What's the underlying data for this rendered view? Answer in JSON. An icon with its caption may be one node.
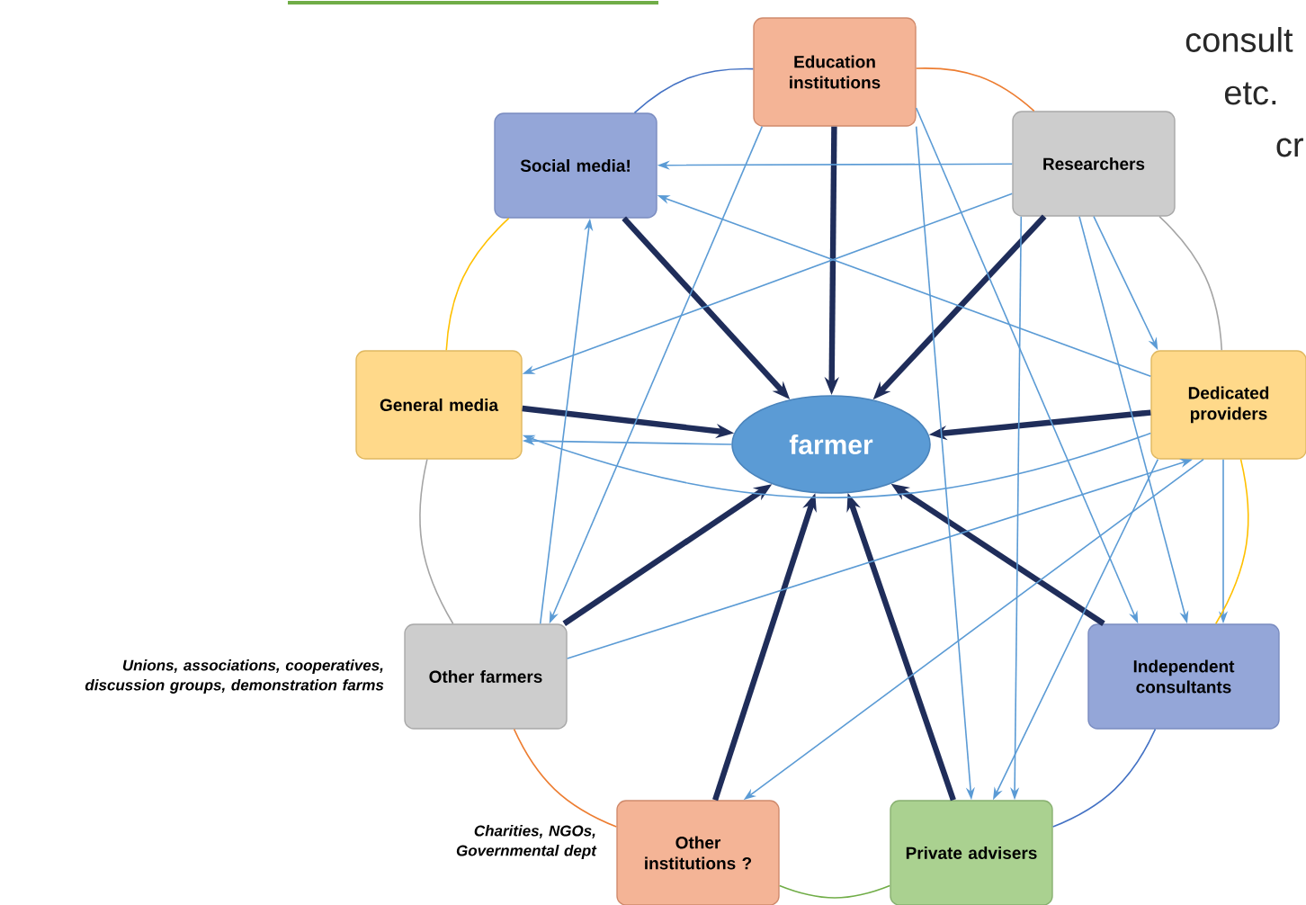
{
  "diagram": {
    "nodes": [
      {
        "text": [
          "Education institutions"
        ]
      },
      {
        "text": [
          "Social media!"
        ]
      },
      {
        "text": [
          "Researchers"
        ]
      },
      {
        "text": [
          "General media"
        ]
      },
      {
        "text": [
          "farmer"
        ]
      },
      {
        "text": [
          "Dedicated providers"
        ]
      },
      {
        "text": [
          "Other farmers"
        ],
        "beside": [
          "Unions, associations, cooperatives, discussion groups, demonstration farms"
        ]
      },
      {
        "text": [
          "Independent consultants"
        ]
      },
      {
        "text": [
          "Other institutions ?"
        ],
        "beside": [
          "Charities, NGOs, Governmental dept"
        ]
      },
      {
        "text": [
          "Private advisers"
        ]
      }
    ],
    "edges": [
      {
        "from": 0,
        "to": 4,
        "arrow": "to",
        "style": "thick",
        "color": "#1f2d5a"
      },
      {
        "from": 1,
        "to": 4,
        "arrow": "to",
        "style": "thick",
        "color": "#1f2d5a"
      },
      {
        "from": 2,
        "to": 4,
        "arrow": "to",
        "style": "thick",
        "color": "#1f2d5a"
      },
      {
        "from": 3,
        "to": 4,
        "arrow": "to",
        "style": "thick",
        "color": "#1f2d5a"
      },
      {
        "from": 5,
        "to": 4,
        "arrow": "to",
        "style": "thick",
        "color": "#1f2d5a"
      },
      {
        "from": 6,
        "to": 4,
        "arrow": "to",
        "style": "thick",
        "color": "#1f2d5a"
      },
      {
        "from": 8,
        "to": 4,
        "arrow": "to",
        "style": "thick",
        "color": "#1f2d5a"
      },
      {
        "from": 9,
        "to": 4,
        "arrow": "to",
        "style": "thick",
        "color": "#1f2d5a"
      },
      {
        "from": 7,
        "to": 4,
        "arrow": "to",
        "style": "thick",
        "color": "#1f2d5a"
      },
      {
        "from": 4,
        "to": 3,
        "arrow": "to"
      },
      {
        "from": 2,
        "to": 1,
        "arrow": "to"
      },
      {
        "from": 2,
        "to": 3,
        "arrow": "to"
      },
      {
        "from": 5,
        "to": 1,
        "arrow": "to"
      },
      {
        "from": 6,
        "to": 1,
        "arrow": "to"
      },
      {
        "from": 0,
        "to": 6,
        "arrow": "to"
      },
      {
        "from": 5,
        "to": 3,
        "arrow": "to"
      },
      {
        "from": 6,
        "to": 5,
        "arrow": "to"
      },
      {
        "from": 5,
        "to": 8,
        "arrow": "to"
      },
      {
        "from": 5,
        "to": 9,
        "arrow": "to"
      },
      {
        "from": 5,
        "to": 7,
        "arrow": "to"
      },
      {
        "from": 2,
        "to": 5,
        "arrow": "to"
      },
      {
        "from": 2,
        "to": 7,
        "arrow": "to"
      },
      {
        "from": 0,
        "to": 7,
        "arrow": "to"
      },
      {
        "from": 0,
        "to": 9,
        "arrow": "to"
      },
      {
        "from": 2,
        "to": 9,
        "arrow": "to"
      },
      {
        "from": 0,
        "to": 2,
        "arrow": "none",
        "color": "#ed7d31"
      },
      {
        "from": 2,
        "to": 5,
        "arrow": "none",
        "color": "#a5a5a5"
      },
      {
        "from": 5,
        "to": 7,
        "arrow": "none",
        "color": "#ffc000"
      },
      {
        "from": 7,
        "to": 9,
        "arrow": "none",
        "color": "#4472c4"
      },
      {
        "from": 9,
        "to": 8,
        "arrow": "none",
        "color": "#70ad47"
      },
      {
        "from": 8,
        "to": 6,
        "arrow": "none",
        "color": "#ed7d31"
      },
      {
        "from": 6,
        "to": 3,
        "arrow": "none",
        "color": "#a5a5a5"
      },
      {
        "from": 3,
        "to": 1,
        "arrow": "none",
        "color": "#ffc000"
      },
      {
        "from": 1,
        "to": 0,
        "arrow": "none",
        "color": "#4472c4"
      }
    ],
    "labels": [
      "consult",
      "etc.",
      "cr"
    ]
  }
}
